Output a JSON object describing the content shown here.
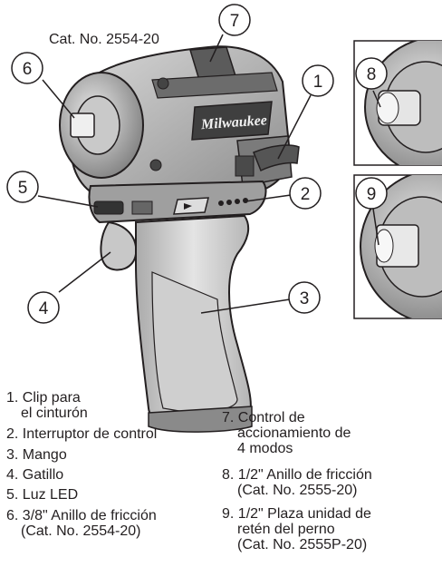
{
  "catalog": "Cat. No. 2554-20",
  "callouts": [
    "1",
    "2",
    "3",
    "4",
    "5",
    "6",
    "7",
    "8",
    "9"
  ],
  "legend_left": [
    {
      "line1": "1. Clip para",
      "line2": "el cinturón"
    },
    {
      "line1": "2. Interruptor de control"
    },
    {
      "line1": "3. Mango"
    },
    {
      "line1": "4. Gatillo"
    },
    {
      "line1": "5. Luz LED"
    },
    {
      "line1": "6. 3/8\" Anillo de fricción",
      "line2": "(Cat. No. 2554-20)"
    }
  ],
  "legend_right": [
    {
      "line1": "7. Control de",
      "line2": "accionamiento de",
      "line3": "4 modos"
    },
    {
      "line1": "8. 1/2\" Anillo de fricción",
      "line2": "(Cat. No. 2555-20)"
    },
    {
      "line1": "9. 1/2\" Plaza unidad de",
      "line2": "retén del perno",
      "line3": "(Cat. No. 2555P-20)"
    }
  ],
  "brand_mark": "Milwaukee"
}
